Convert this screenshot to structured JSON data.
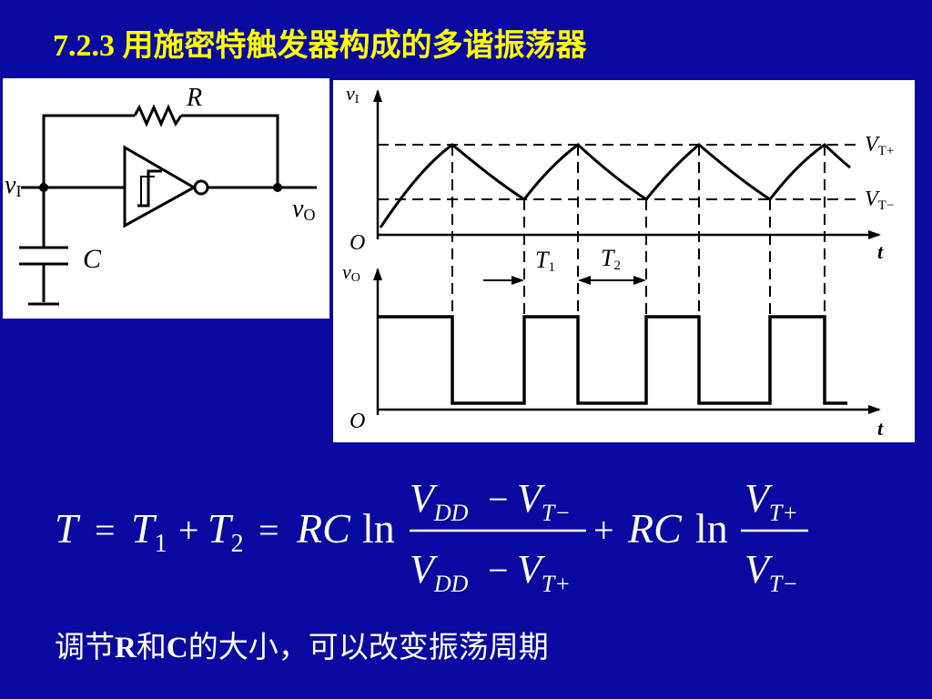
{
  "slide": {
    "title": "7.2.3 用施密特触发器构成的多谐振荡器",
    "note": {
      "part1": "调节",
      "r": "R",
      "part2": "和",
      "c": "C",
      "part3": "的大小，可以改变振荡周期"
    }
  },
  "circuit": {
    "resistor_label": "R",
    "capacitor_label": "C",
    "input_label": "v",
    "input_sub": "I",
    "output_label": "v",
    "output_sub": "O"
  },
  "waveform": {
    "top_axis_label": "v",
    "top_axis_sub": "I",
    "bottom_axis_label": "v",
    "bottom_axis_sub": "O",
    "origin_top": "O",
    "origin_bottom": "O",
    "t_top": "t",
    "t_bottom": "t",
    "vt_plus": "V",
    "vt_plus_sub": "T+",
    "vt_minus": "V",
    "vt_minus_sub": "T−",
    "t1": "T",
    "t1_sub": "1",
    "t2": "T",
    "t2_sub": "2"
  },
  "formula": {
    "T": "T",
    "eq1": "=",
    "T1": "T",
    "T1_sub": "1",
    "plus1": "+",
    "T2": "T",
    "T2_sub": "2",
    "eq2": "=",
    "RC1": "RC",
    "ln1": "ln",
    "num1_a": "V",
    "num1_a_sub": "DD",
    "num1_minus": "−",
    "num1_b": "V",
    "num1_b_sub": "T−",
    "den1_a": "V",
    "den1_a_sub": "DD",
    "den1_minus": "−",
    "den1_b": "V",
    "den1_b_sub": "T+",
    "plus2": "+",
    "RC2": "RC",
    "ln2": "ln",
    "num2": "V",
    "num2_sub": "T+",
    "den2": "V",
    "den2_sub": "T−"
  }
}
